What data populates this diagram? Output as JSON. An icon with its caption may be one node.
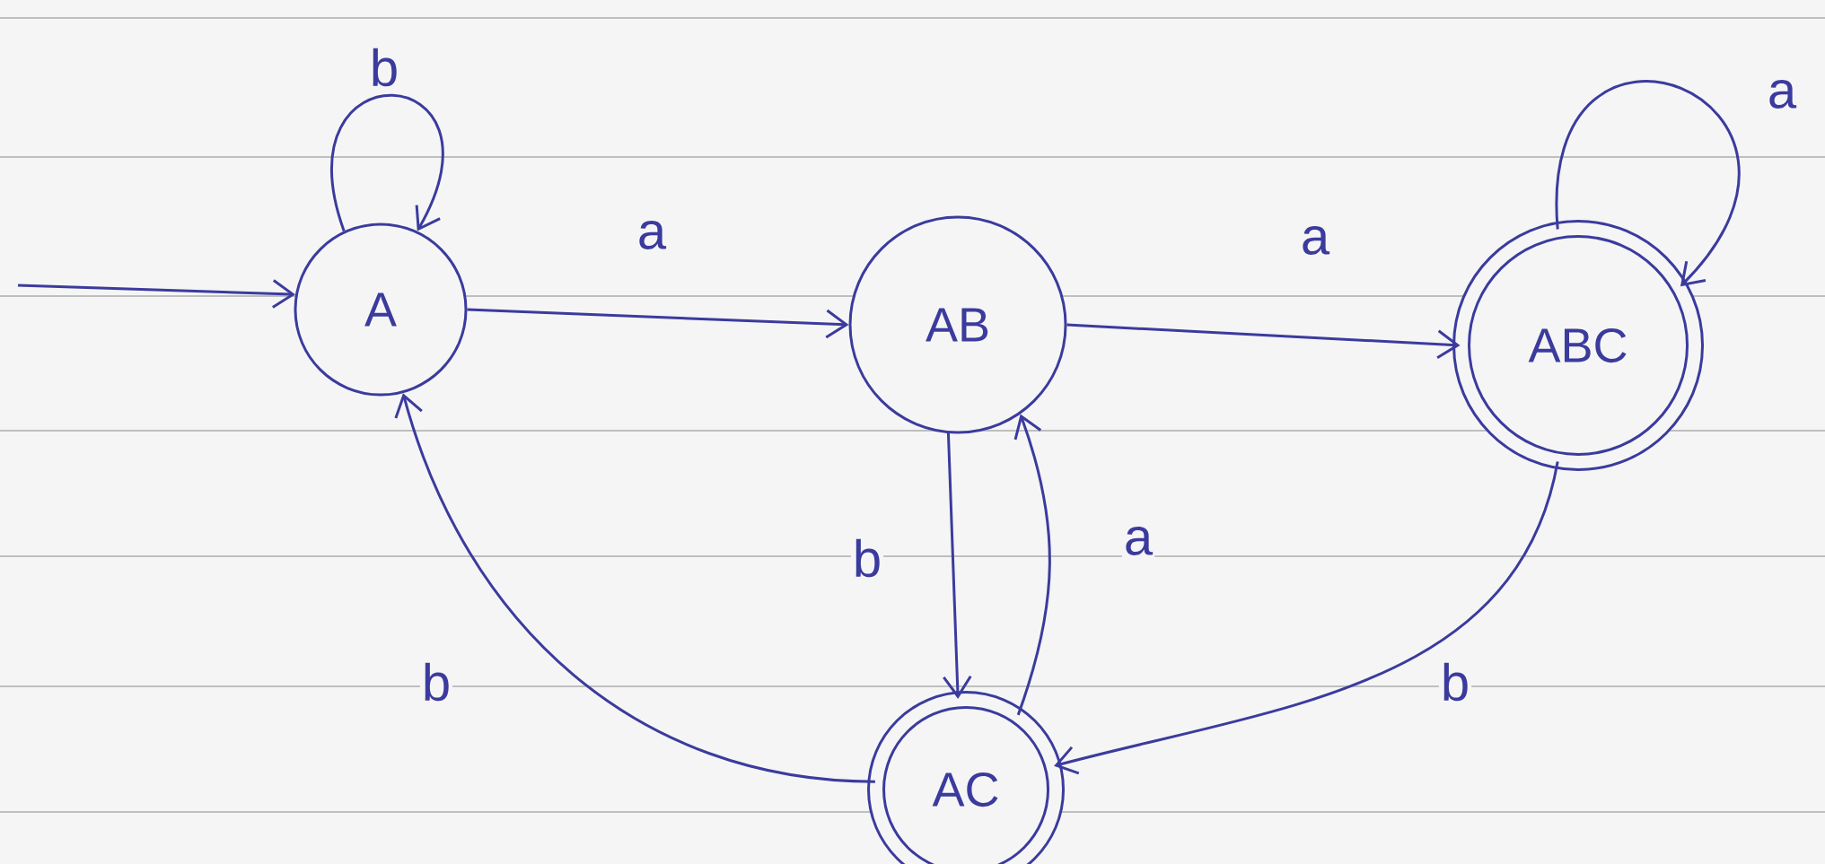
{
  "diagram": {
    "nodes": [
      {
        "text": [
          "A"
        ]
      },
      {
        "text": [
          "AB"
        ]
      },
      {
        "text": [
          "ABC"
        ]
      },
      {
        "text": [
          "AC"
        ]
      }
    ],
    "edges": [
      {
        "from": null,
        "to": 0,
        "arrow": "to"
      },
      {
        "from": 0,
        "to": 0,
        "label": "b",
        "arrow": "to"
      },
      {
        "from": 0,
        "to": 1,
        "label": "a",
        "arrow": "to"
      },
      {
        "from": 1,
        "to": 2,
        "label": "a",
        "arrow": "to"
      },
      {
        "from": 2,
        "to": 2,
        "label": "a",
        "arrow": "to"
      },
      {
        "from": 1,
        "to": 3,
        "label": "b",
        "arrow": "to"
      },
      {
        "from": 3,
        "to": 1,
        "label": "a",
        "arrow": "to"
      },
      {
        "from": 3,
        "to": 0,
        "label": "b",
        "arrow": "to"
      },
      {
        "from": 2,
        "to": 3,
        "label": "b",
        "arrow": "to"
      }
    ]
  }
}
